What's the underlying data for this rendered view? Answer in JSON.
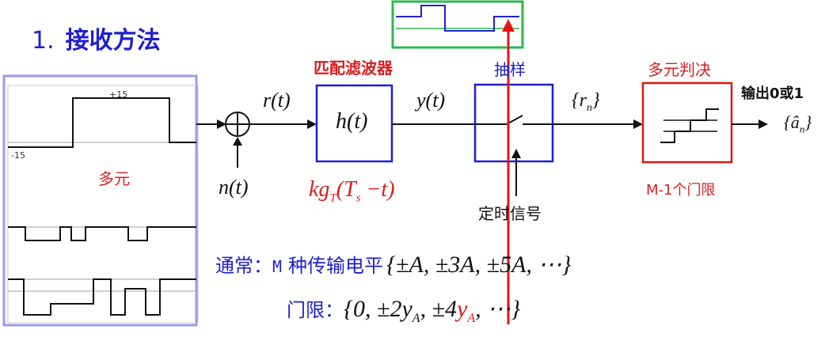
{
  "title": {
    "number": "1.",
    "text": "接收方法"
  },
  "signal_panel": {
    "level_pos": "+15",
    "level_neg": "-15",
    "label": "多元"
  },
  "blocks": {
    "adder_input": "n(t)",
    "r_label": "r(t)",
    "filter_title": "匹配滤波器",
    "filter_inner": "h(t)",
    "filter_expr_k": "kg",
    "filter_expr_sub": "T",
    "filter_expr_rest": "(T",
    "filter_expr_sub2": "s",
    "filter_expr_end": " −t)",
    "y_label": "y(t)",
    "sampler_title": "抽样",
    "timing_label": "定时信号",
    "rn_label": "{r",
    "rn_sub": "n",
    "rn_end": "}",
    "decision_title": "多元判决",
    "decision_sub": "M-1个门限",
    "output_label": "输出0或1",
    "an_label": "{â",
    "an_sub": "n",
    "an_end": "}"
  },
  "notes": {
    "levels_prefix": "通常：",
    "levels_m": "M",
    "levels_mid": "种传输电平",
    "levels_expr": "{±A, ±3A, ±5A, ⋯}",
    "thresholds_prefix": "门限：",
    "thresholds_expr_a": "{0, ±2y",
    "thresholds_sub1": "A",
    "thresholds_expr_b": ", ±4",
    "thresholds_red": "y",
    "thresholds_sub2": "A",
    "thresholds_expr_c": ", ⋯}"
  },
  "colors": {
    "blue": "#1f1fd0",
    "red": "#d81e1e",
    "green": "#2db84d",
    "panel_border": "#9a9aee"
  }
}
